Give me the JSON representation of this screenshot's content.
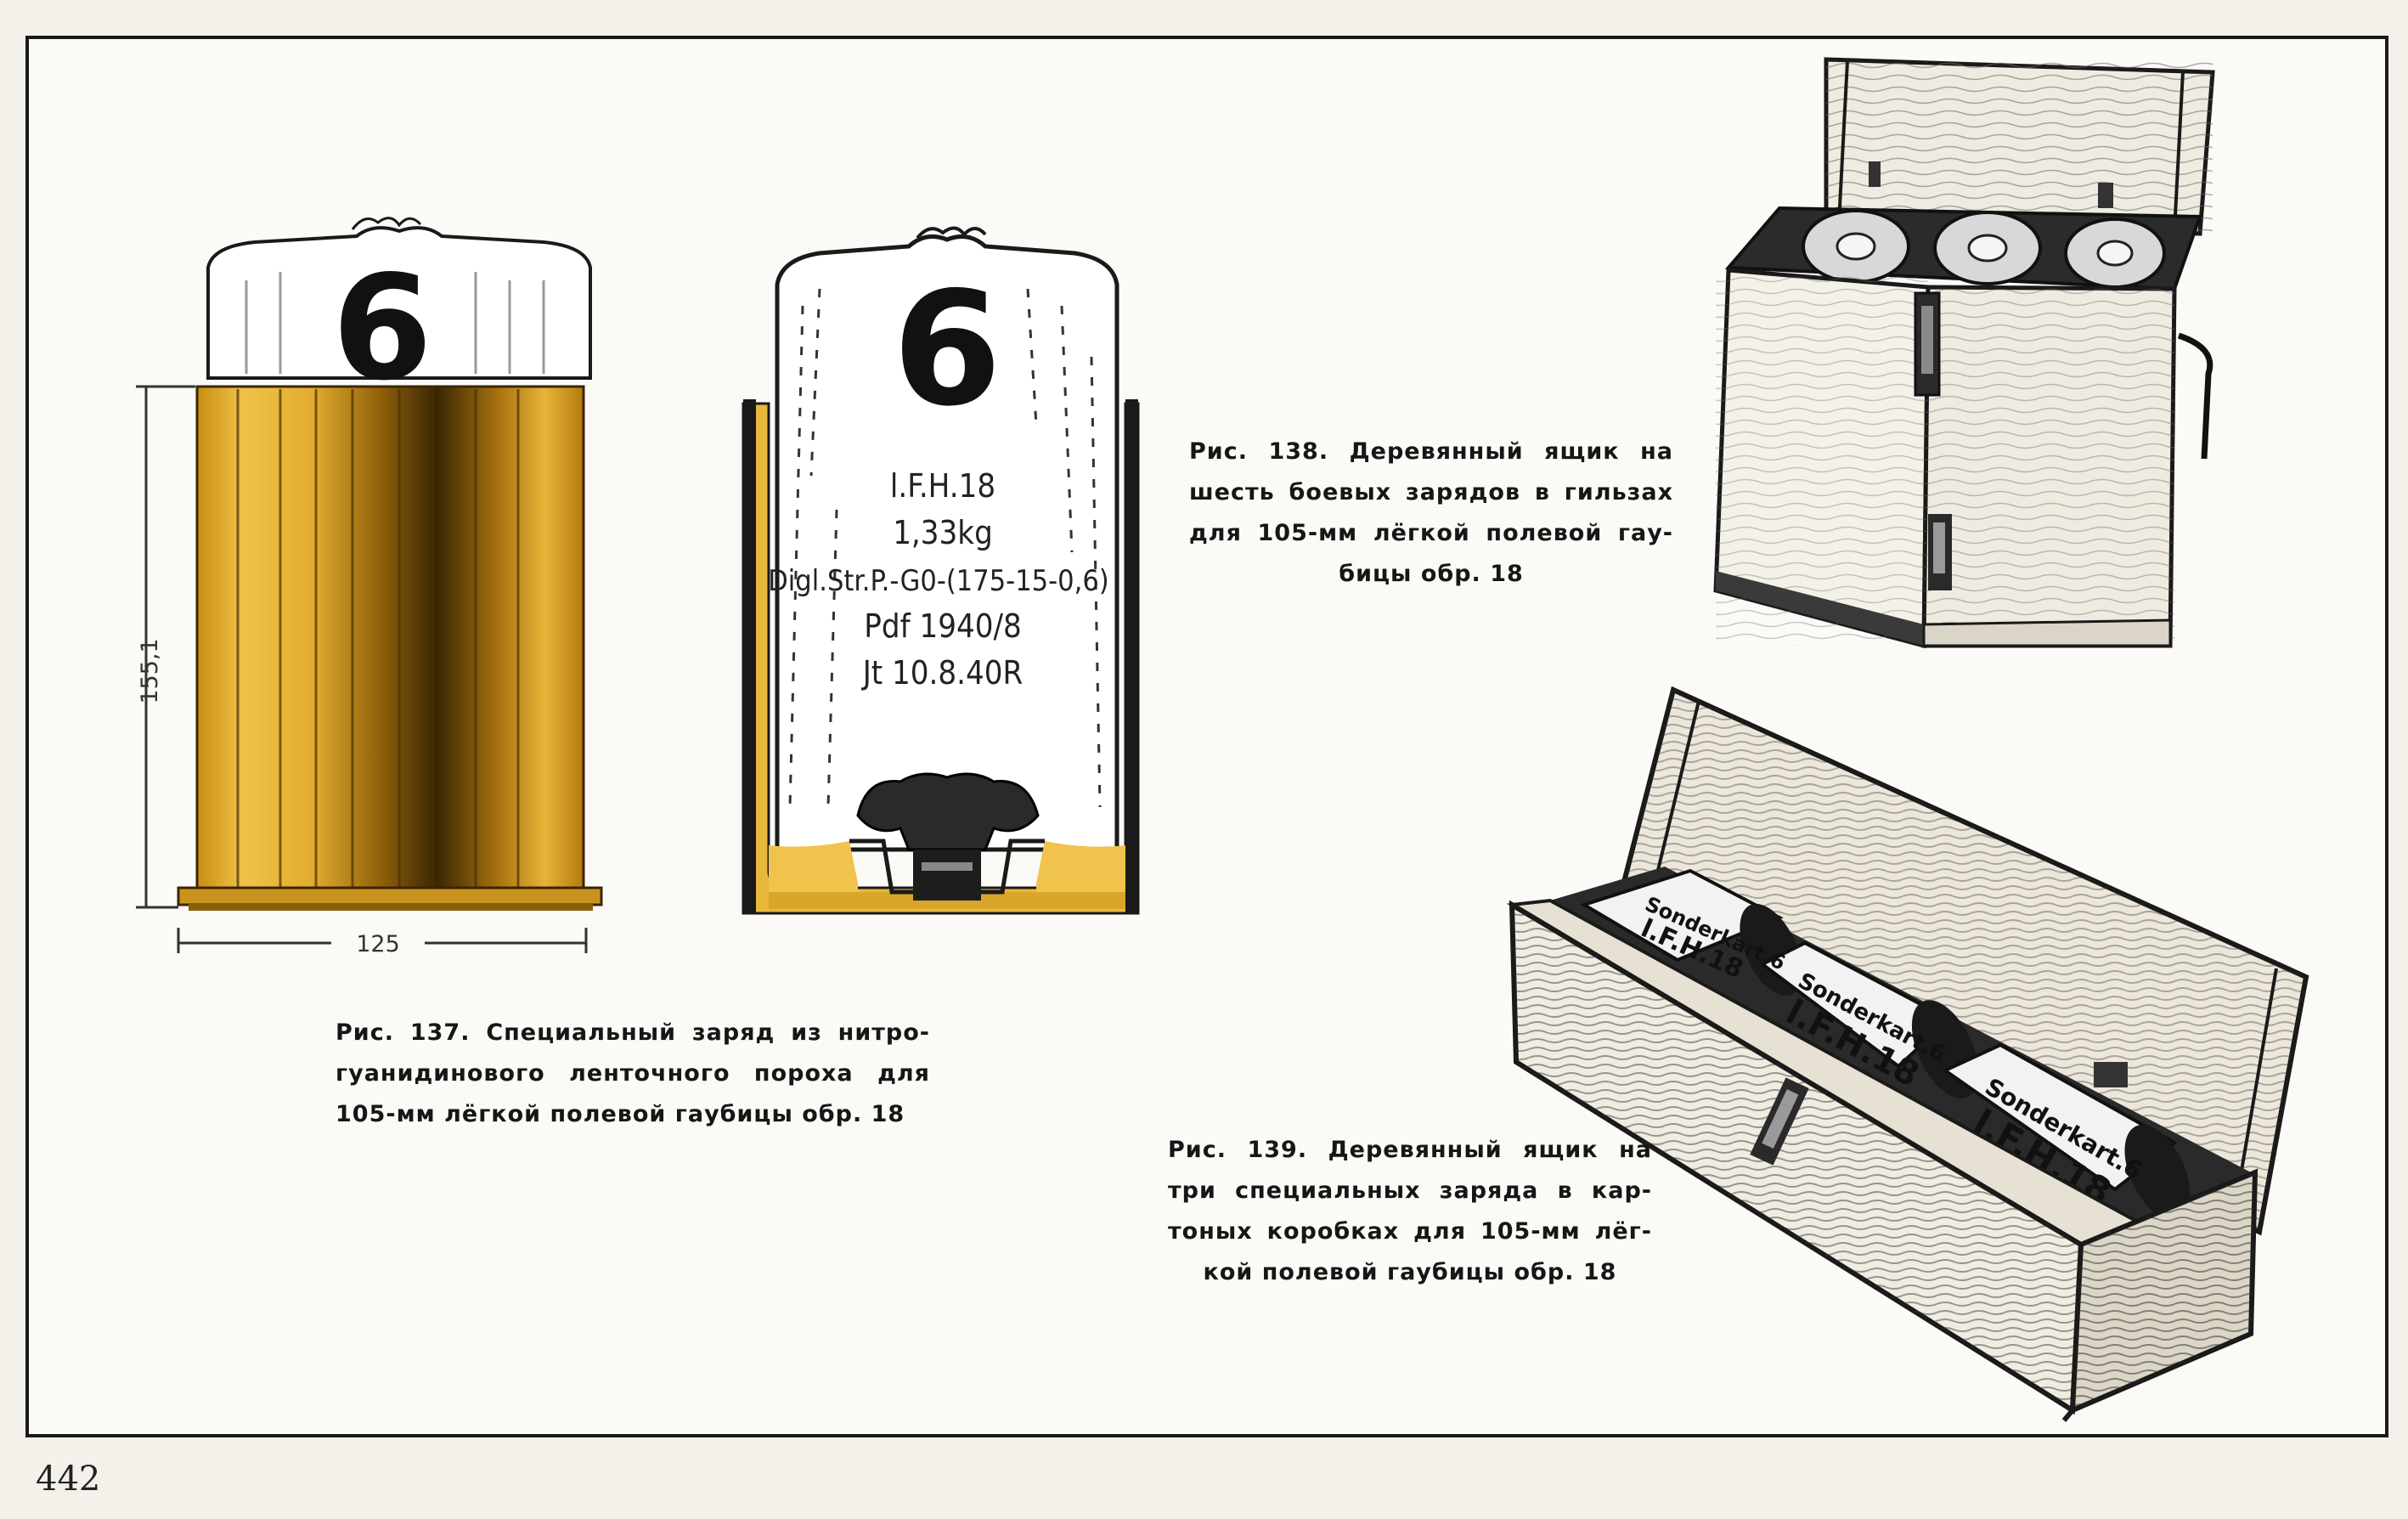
{
  "page_number": "442",
  "figures": {
    "fig137": {
      "caption_lines": [
        "Рис. 137. Специальный заряд из нитро-",
        "гуанидинового ленточного пороха для",
        "105-мм лёгкой полевой гаубицы обр. 18"
      ],
      "charge_number": "6",
      "dim_height": "155,1",
      "dim_width": "125",
      "label_lines": [
        "l.F.H.18",
        "1,33kg",
        "Digl.Str.P.-G0-(175-15-0,6)",
        "Pdf 1940/8",
        "Jt 10.8.40R"
      ]
    },
    "fig138": {
      "caption_lines": [
        "Рис. 138. Деревянный ящик на",
        "шесть боевых зарядов в гильзах",
        "для 105-мм лёгкой полевой гау-",
        "бицы обр. 18"
      ]
    },
    "fig139": {
      "caption_lines": [
        "Рис. 139. Деревянный ящик на",
        "три специальных заряда в кар-",
        "тоных коробках для 105-мм лёг-",
        "кой полевой гаубицы обр. 18"
      ],
      "box_labels": [
        {
          "top": "Sonderkart.6",
          "bottom": "l.F.H.18"
        },
        {
          "top": "Sonderkart.6",
          "bottom": "l.F.H.18"
        },
        {
          "top": "Sonderkart.6",
          "bottom": "l.F.H.18"
        }
      ]
    }
  },
  "colors": {
    "brass": "#d9a62c",
    "brass_dark": "#7a5208",
    "ink": "#161616",
    "paper": "#fbfaf6",
    "wood": "#ece7da"
  }
}
